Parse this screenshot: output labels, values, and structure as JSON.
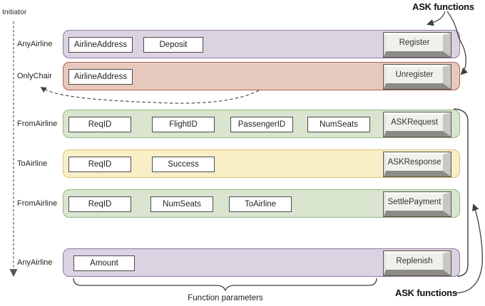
{
  "labels": {
    "initiator": "Initiator",
    "ask_top": "ASK functions",
    "ask_bottom": "ASK functions",
    "function_parameters": "Function parameters"
  },
  "rows": [
    {
      "initiator": "AnyAirline",
      "color": "purple",
      "params": [
        "AirlineAddress",
        "Deposit"
      ],
      "function": "Register"
    },
    {
      "initiator": "OnlyChair",
      "color": "red",
      "params": [
        "AirlineAddress"
      ],
      "function": "Unregister"
    },
    {
      "initiator": "FromAirline",
      "color": "green",
      "params": [
        "ReqID",
        "FlightID",
        "PassengerID",
        "NumSeats"
      ],
      "function": "ASKRequest"
    },
    {
      "initiator": "ToAirline",
      "color": "yellow",
      "params": [
        "ReqID",
        "Success"
      ],
      "function": "ASKResponse"
    },
    {
      "initiator": "FromAirline",
      "color": "green",
      "params": [
        "ReqID",
        "NumSeats",
        "ToAirline"
      ],
      "function": "SettlePayment"
    },
    {
      "initiator": "AnyAirline",
      "color": "purple",
      "params": [
        "Amount"
      ],
      "function": "Replenish"
    }
  ],
  "colors": {
    "row_purple_fill": "#dbd2e2",
    "row_purple_border": "#8f7d9f",
    "row_red_fill": "#e7c8bd",
    "row_red_border": "#ab6257",
    "row_green_fill": "#d9e5cf",
    "row_green_border": "#94b583",
    "row_yellow_fill": "#f9efc7",
    "row_yellow_border": "#dcc377",
    "param_fill": "#ffffff",
    "param_border": "#4b4b4b",
    "button_face": "#f0f0ed",
    "button_shadow": "#8c8c85",
    "arrow_stroke": "#3f3f3f",
    "dashed_line": "#8e8e8e"
  }
}
